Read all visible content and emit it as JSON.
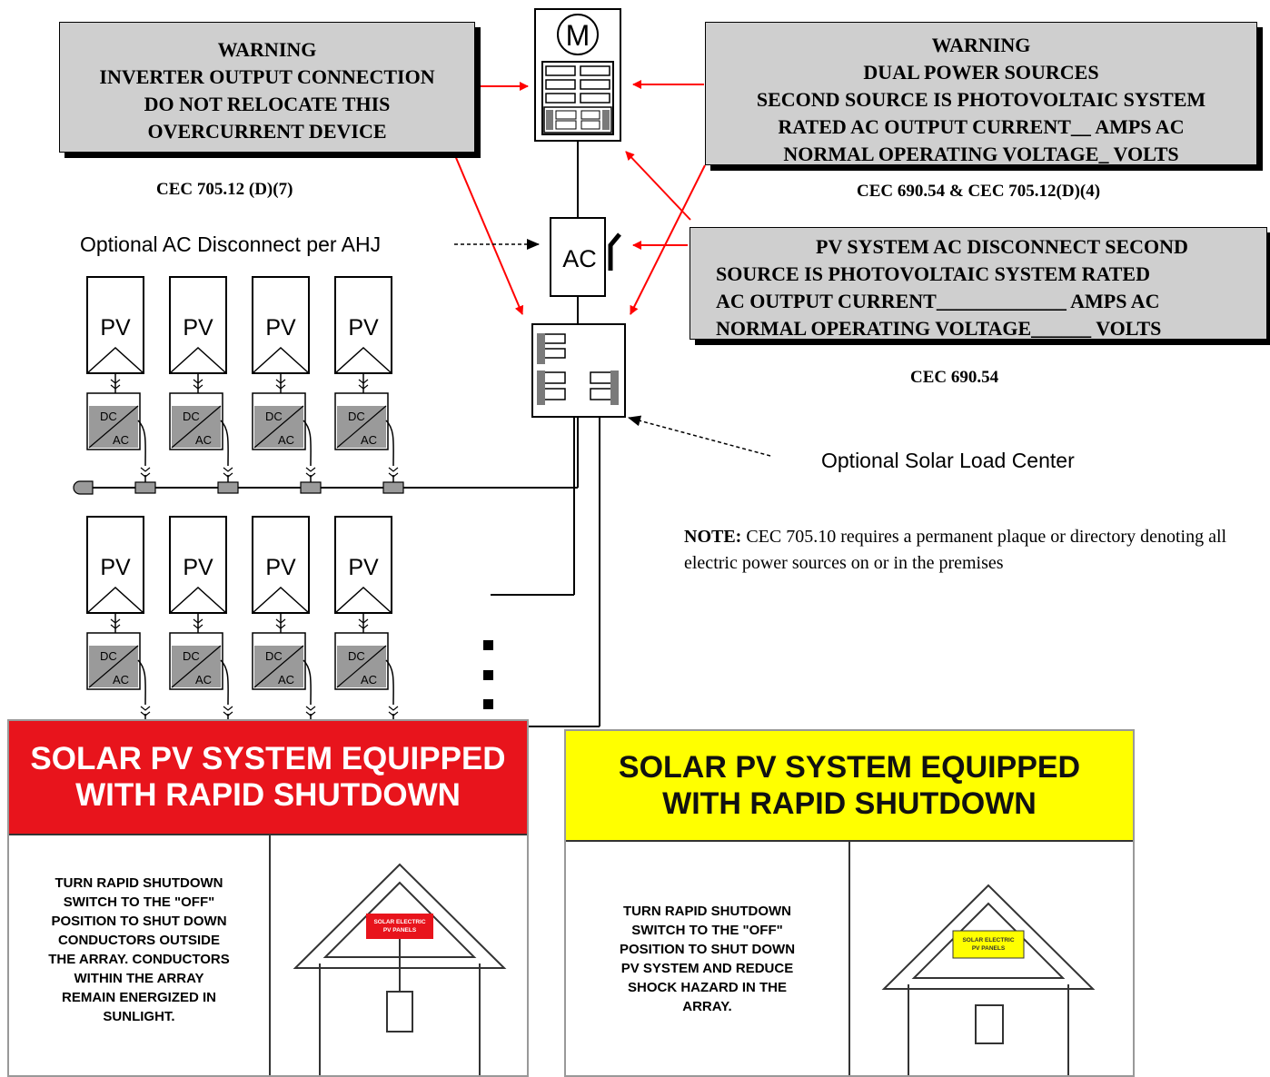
{
  "warning_left": {
    "lines": [
      "WARNING",
      "INVERTER OUTPUT CONNECTION",
      "DO NOT RELOCATE THIS",
      "OVERCURRENT DEVICE"
    ],
    "code": "CEC 705.12 (D)(7)"
  },
  "warning_right": {
    "lines": [
      "WARNING",
      "DUAL POWER SOURCES",
      "SECOND SOURCE IS PHOTOVOLTAIC SYSTEM",
      "RATED AC OUTPUT CURRENT__ AMPS AC",
      "NORMAL OPERATING VOLTAGE_ VOLTS"
    ],
    "code": "CEC 690.54 & CEC 705.12(D)(4)"
  },
  "disconnect_label": {
    "lines": [
      "PV SYSTEM AC DISCONNECT SECOND",
      "SOURCE IS PHOTOVOLTAIC SYSTEM RATED",
      "AC OUTPUT CURRENT_____________ AMPS AC",
      "NORMAL OPERATING VOLTAGE______ VOLTS"
    ],
    "code": "CEC 690.54"
  },
  "meter_symbol": "M",
  "ac_disconnect_symbol": "AC",
  "optional_ac_disconnect_label": "Optional AC Disconnect per AHJ",
  "optional_load_center_label": "Optional Solar Load Center",
  "note": {
    "bold": "NOTE:",
    "text": " CEC 705.10 requires a permanent plaque or directory denoting all electric power sources on or in the premises"
  },
  "panel_label": "PV",
  "inverter_top_label": "DC",
  "inverter_bottom_label": "AC",
  "placard_red": {
    "title": [
      "SOLAR PV SYSTEM EQUIPPED",
      "WITH RAPID SHUTDOWN"
    ],
    "body": [
      "TURN RAPID SHUTDOWN",
      "SWITCH TO THE \"OFF\"",
      "POSITION TO SHUT DOWN",
      "CONDUCTORS OUTSIDE",
      "THE ARRAY. CONDUCTORS",
      "WITHIN THE ARRAY",
      "REMAIN ENERGIZED IN",
      "SUNLIGHT."
    ],
    "roof_sign": [
      "SOLAR ELECTRIC",
      "PV PANELS"
    ],
    "color": "#e8141c"
  },
  "placard_yellow": {
    "title": [
      "SOLAR PV SYSTEM EQUIPPED",
      "WITH RAPID SHUTDOWN"
    ],
    "body": [
      "TURN RAPID SHUTDOWN",
      "SWITCH TO THE \"OFF\"",
      "POSITION TO SHUT DOWN",
      "PV SYSTEM AND REDUCE",
      "SHOCK HAZARD IN THE",
      "ARRAY."
    ],
    "roof_sign": [
      "SOLAR ELECTRIC",
      "PV PANELS"
    ],
    "color": "#ffff00"
  },
  "colors": {
    "arrow": "#ff0000",
    "label_box": "#cfcfcf",
    "inverter_fill": "#9a9a9a",
    "breaker_fill": "#7a7a7a"
  }
}
